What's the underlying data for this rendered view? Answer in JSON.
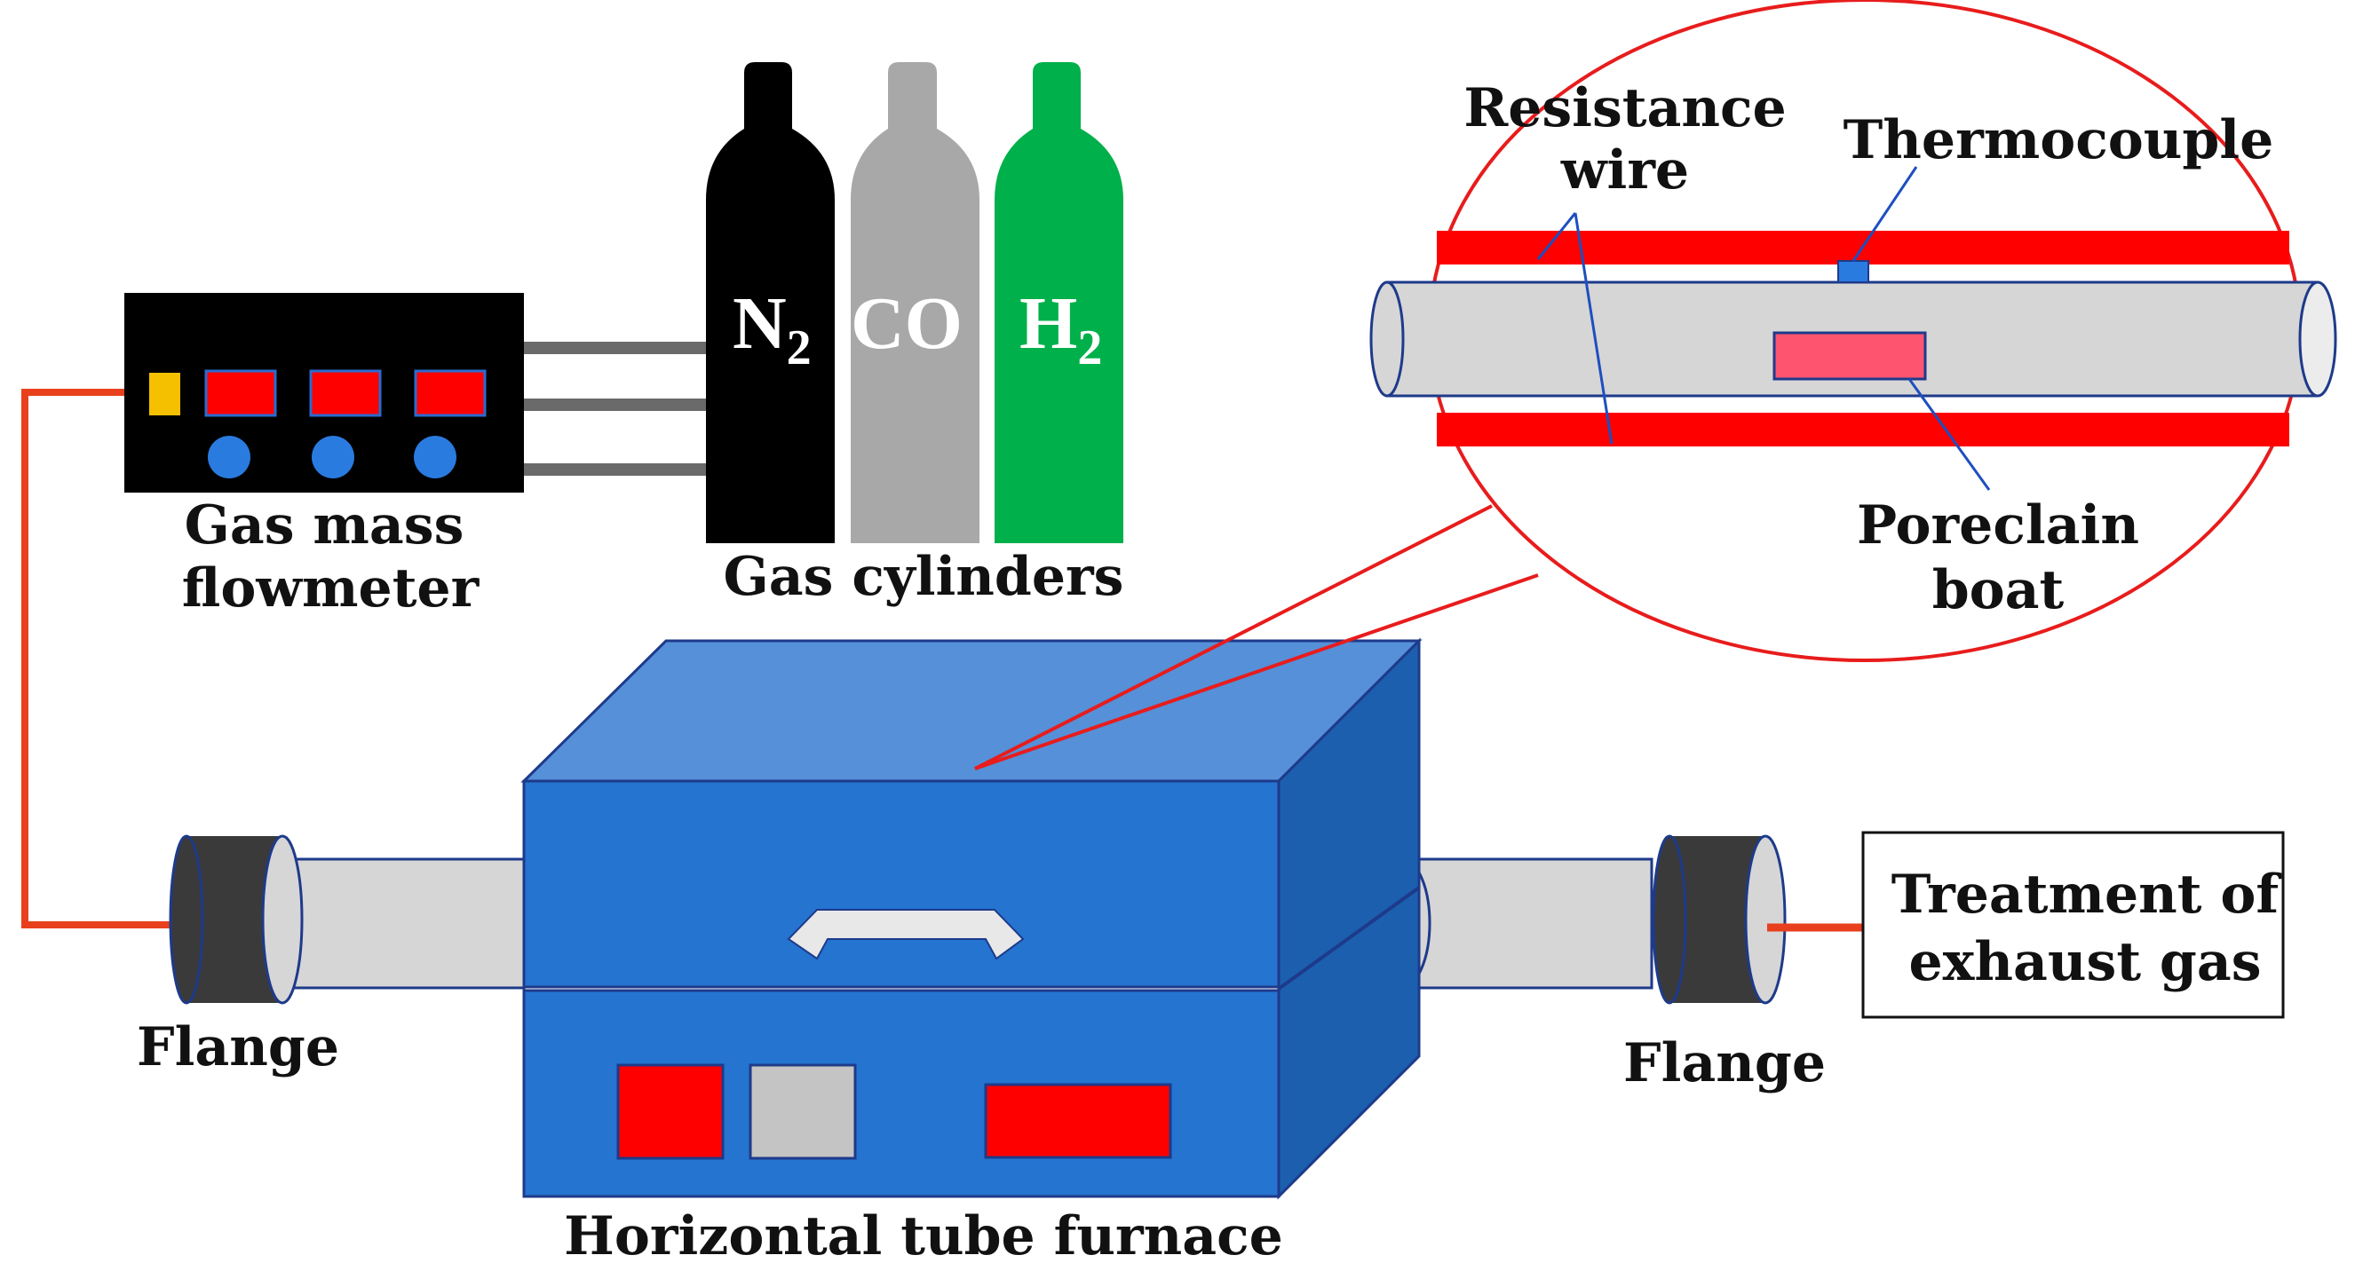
{
  "labels": {
    "flowmeter_line1": "Gas mass",
    "flowmeter_line2": "flowmeter",
    "cylinders": "Gas cylinders",
    "resistance_line1": "Resistance",
    "resistance_line2": "wire",
    "thermocouple": "Thermocouple",
    "boat_line1": "Poreclain",
    "boat_line2": "boat",
    "flange_left": "Flange",
    "flange_right": "Flange",
    "furnace": "Horizontal tube furnace",
    "exhaust_line1": "Treatment of",
    "exhaust_line2": "exhaust gas"
  },
  "gases": {
    "n2": {
      "main": "N",
      "sub": "2"
    },
    "co": {
      "main": "CO"
    },
    "h2": {
      "main": "H",
      "sub": "2"
    }
  },
  "colors": {
    "furnace_front": "#2474d0",
    "furnace_top": "#5590d8",
    "furnace_side": "#1c5fae",
    "heater_red": "#ff0000",
    "boat_pink": "#ff5470",
    "tube_gray": "#d6d6d6",
    "cylinder_black": "#000000",
    "cylinder_gray": "#a8a8a8",
    "cylinder_green": "#00b04a",
    "gas_line_orange": "#e8401c",
    "callout_red": "#e81c1c",
    "flange_dark": "#3a3a3a"
  }
}
